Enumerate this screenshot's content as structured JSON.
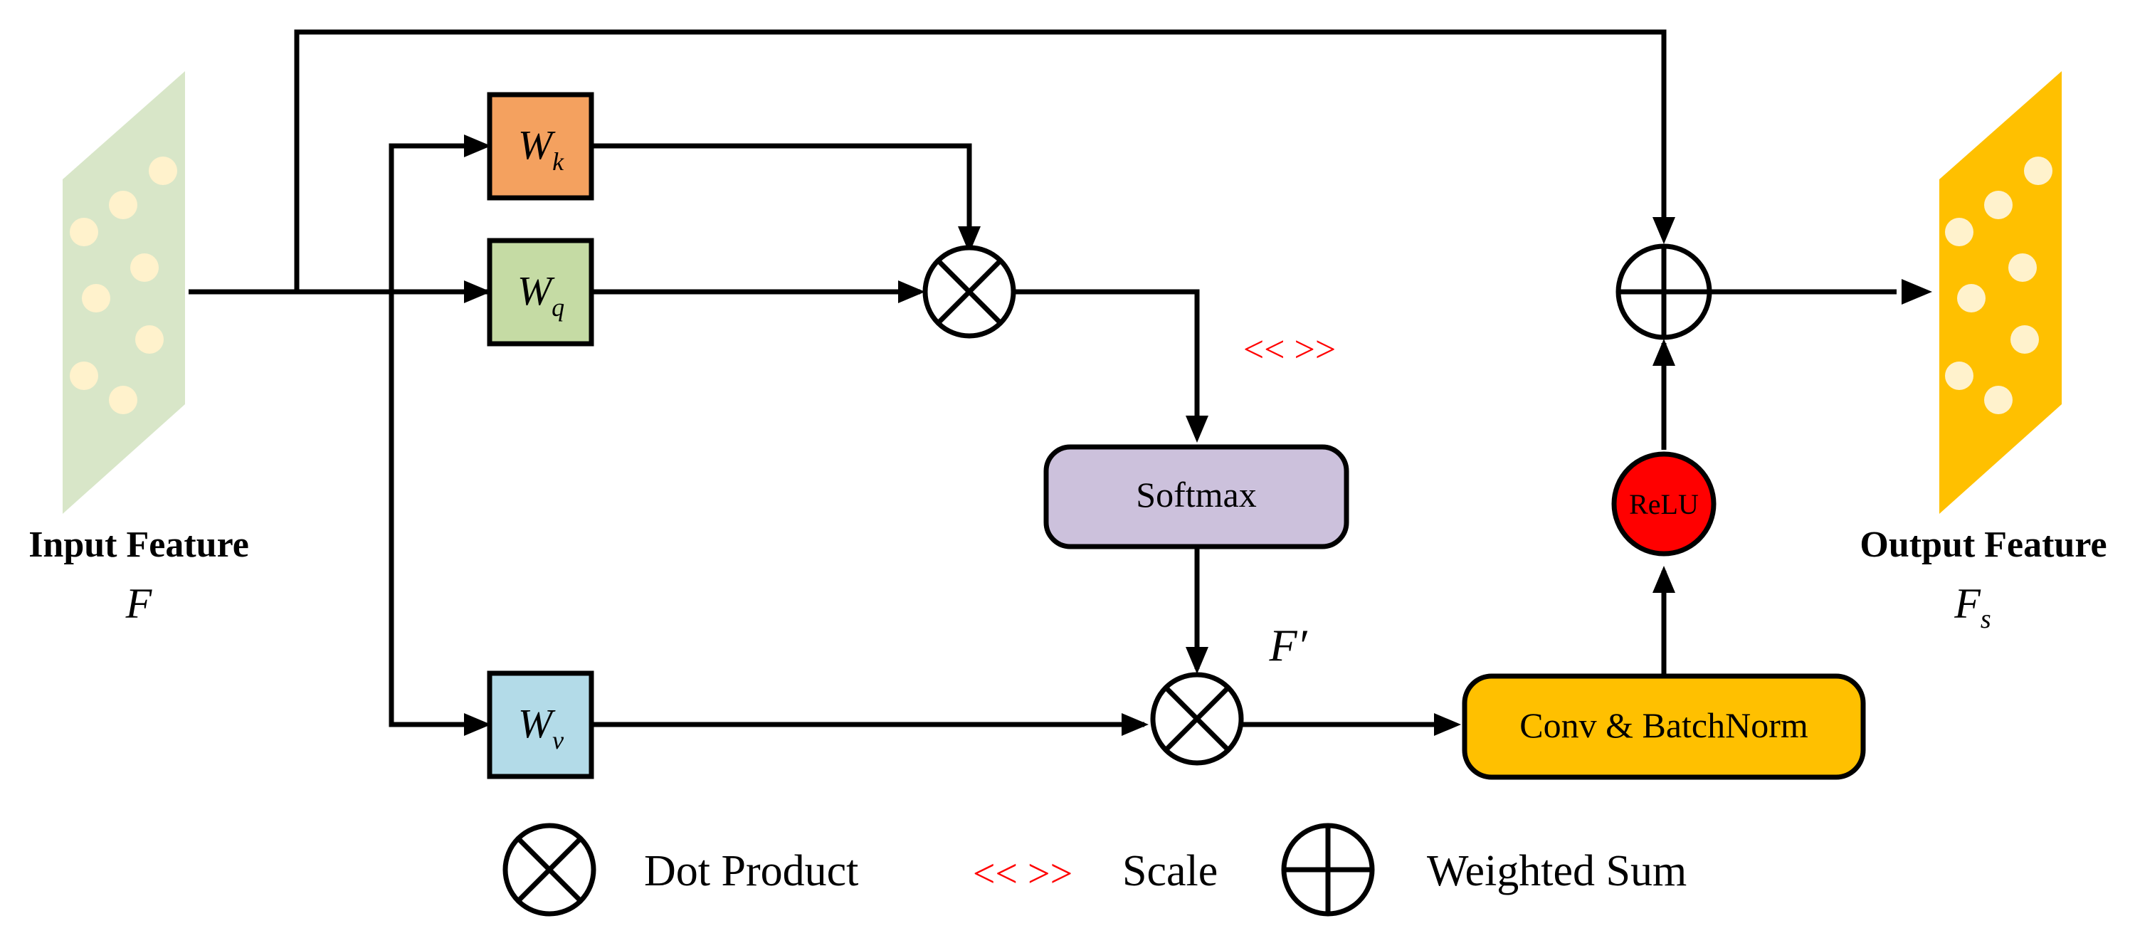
{
  "input": {
    "title": "Input Feature",
    "symbol": "F"
  },
  "output": {
    "title": "Output Feature",
    "symbol": "F",
    "subscript": "s"
  },
  "weights": {
    "k": {
      "letter": "W",
      "subscript": "k"
    },
    "q": {
      "letter": "W",
      "subscript": "q"
    },
    "v": {
      "letter": "W",
      "subscript": "v"
    }
  },
  "scale_marker": "<< >>",
  "softmax_label": "Softmax",
  "f_prime": {
    "letter": "F",
    "prime": "′"
  },
  "conv_label": "Conv & BatchNorm",
  "relu_label": "ReLU",
  "legend": {
    "dot_product": "Dot Product",
    "scale_marker": "<< >>",
    "scale": "Scale",
    "weighted_sum": "Weighted Sum"
  },
  "colors": {
    "input_panel": "#d8e6c8",
    "input_dots": "#fff2cc",
    "output_panel": "#ffc000",
    "output_dots": "#fff2cc",
    "wk_fill": "#f4a15f",
    "wq_fill": "#c5dba4",
    "wv_fill": "#b3dbe8",
    "softmax_fill": "#ccc1dc",
    "conv_fill": "#ffc000",
    "relu_fill": "#ff0000",
    "scale_marker": "#ff0000",
    "stroke": "#000000"
  }
}
